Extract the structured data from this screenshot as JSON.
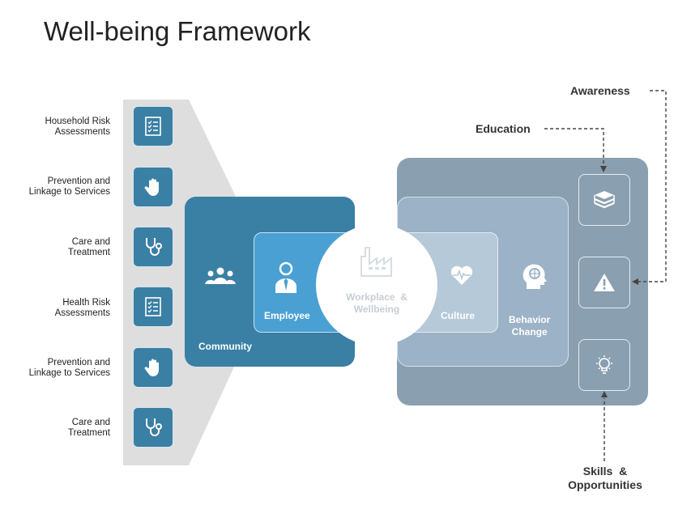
{
  "title": "Well-being Framework",
  "left_items": [
    {
      "label_lines": [
        "Household Risk",
        "Assessments"
      ],
      "icon": "checklist-icon"
    },
    {
      "label_lines": [
        "Prevention and",
        "Linkage to Services"
      ],
      "icon": "hand-icon"
    },
    {
      "label_lines": [
        "Care and",
        "Treatment"
      ],
      "icon": "stethoscope-icon"
    },
    {
      "label_lines": [
        "Health Risk",
        "Assessments"
      ],
      "icon": "checklist-icon"
    },
    {
      "label_lines": [
        "Prevention and",
        "Linkage to Services"
      ],
      "icon": "hand-icon"
    },
    {
      "label_lines": [
        "Care and",
        "Treatment"
      ],
      "icon": "stethoscope-icon"
    }
  ],
  "boxes": {
    "community": "Community",
    "employee": "Employee",
    "center_lines": [
      "Workplace  &",
      "Wellbeing"
    ],
    "culture": "Culture",
    "behavior_lines": [
      "Behavior",
      "Change"
    ]
  },
  "callouts": {
    "awareness": "Awareness",
    "education": "Education",
    "skills_lines": [
      "Skills  &",
      "Opportunities"
    ]
  },
  "right_icons": [
    "books-icon",
    "warning-icon",
    "lightbulb-icon"
  ],
  "colors": {
    "dark_blue": "#3a7fa4",
    "bright_blue": "#4aa0d3",
    "slate": "#8a9fb0",
    "light_slate": "#9bb2c7",
    "pale_slate": "#b6c9d9",
    "funnel_gray": "#dedede"
  }
}
